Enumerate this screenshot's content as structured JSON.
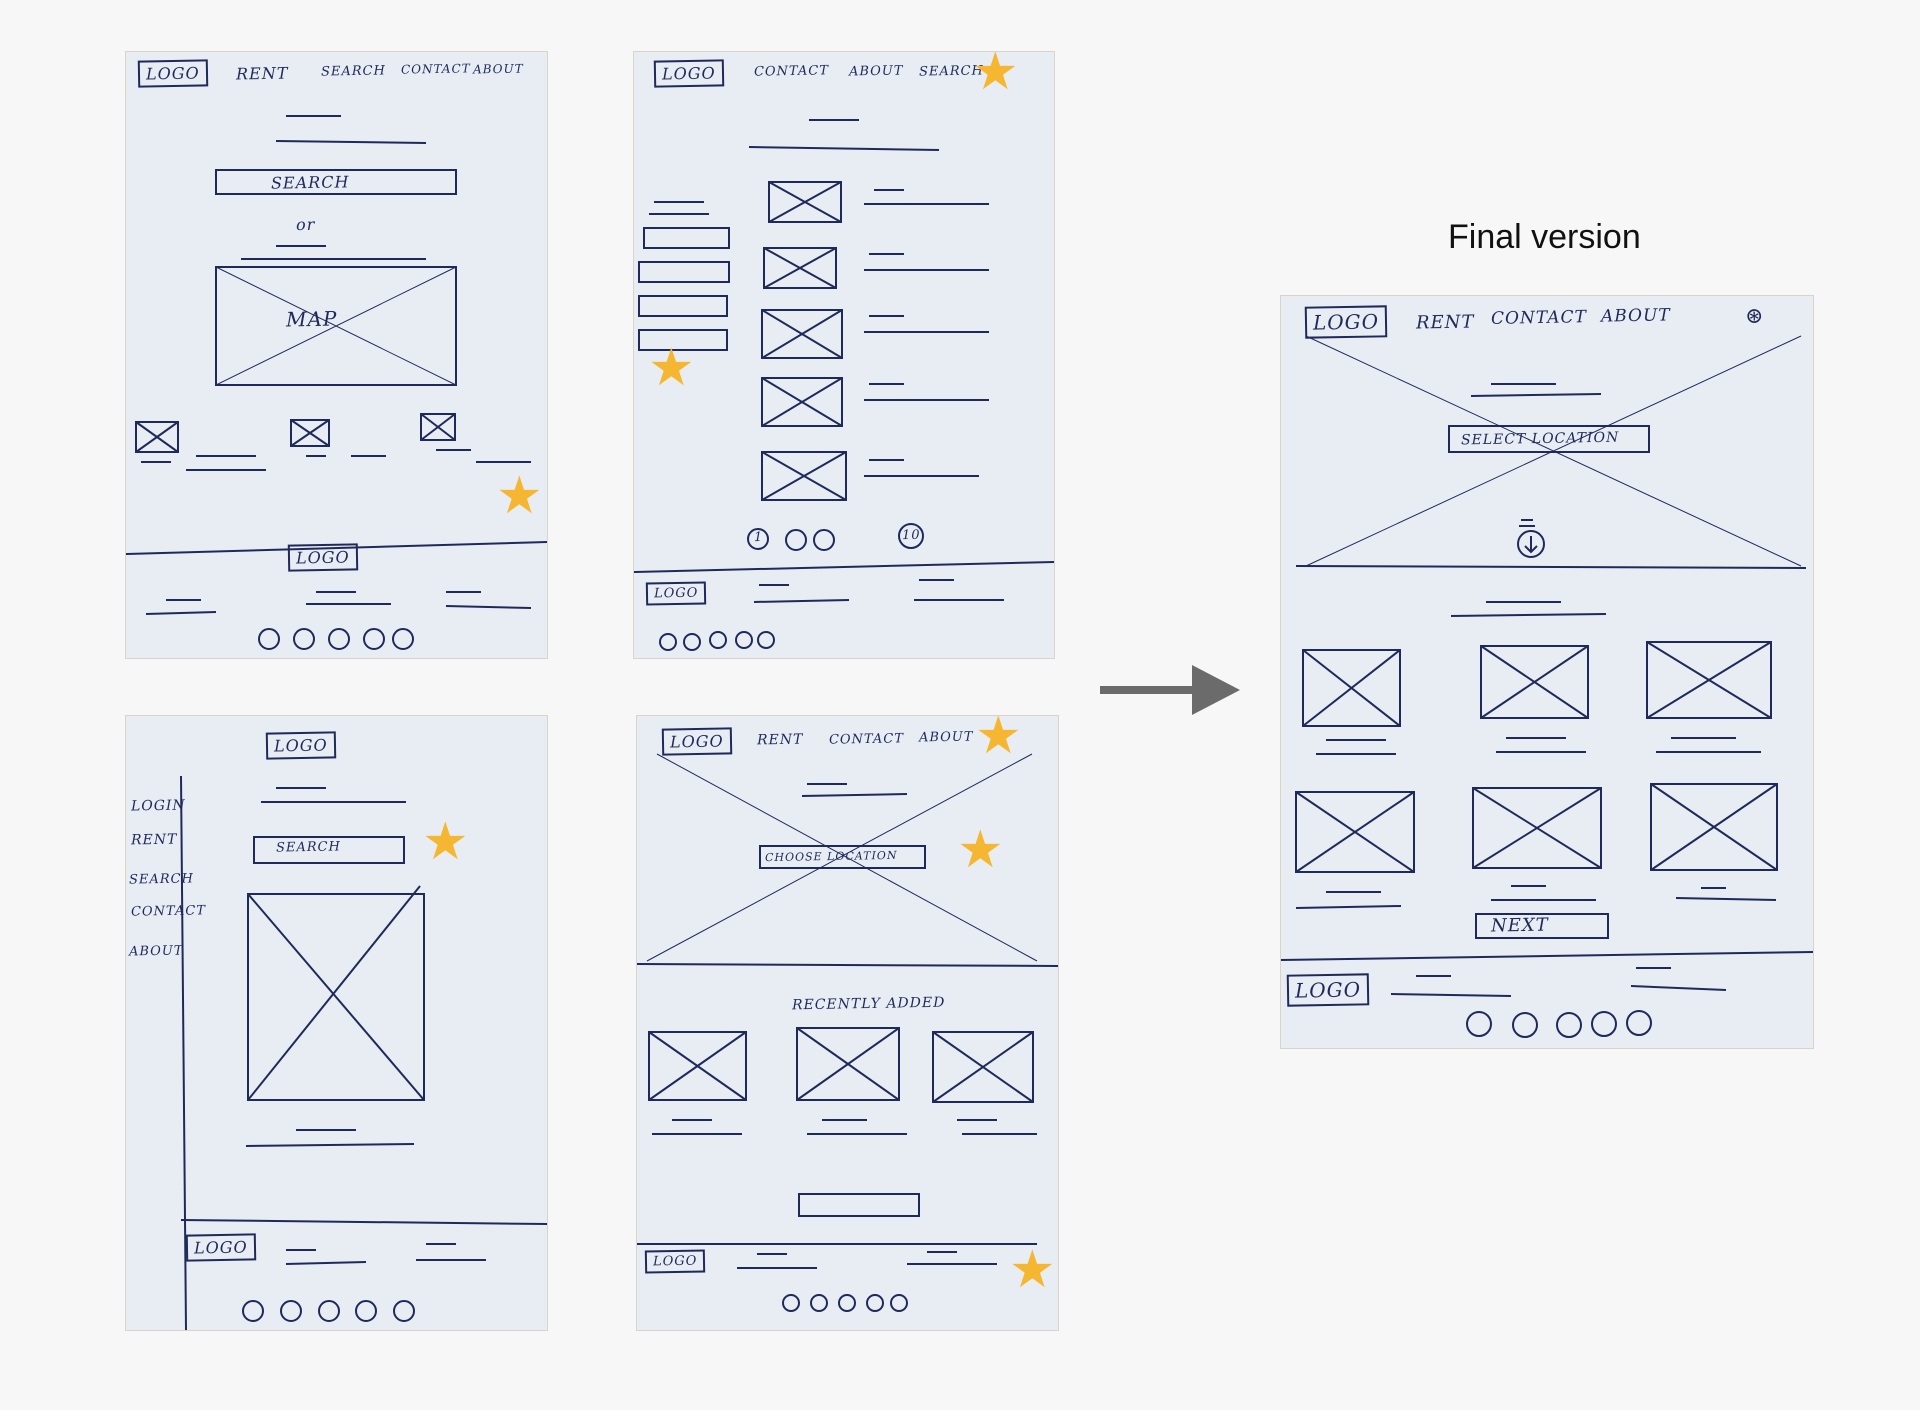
{
  "title": "Final version",
  "sketch1": {
    "nav": [
      "LOGO",
      "RENT",
      "SEARCH",
      "CONTACT",
      "ABOUT"
    ],
    "search": "SEARCH",
    "or": "or",
    "map": "MAP",
    "footer_logo": "LOGO"
  },
  "sketch2": {
    "nav": [
      "LOGO",
      "CONTACT",
      "ABOUT",
      "SEARCH"
    ],
    "pages": [
      "1",
      "10"
    ],
    "footer_logo": "LOGO"
  },
  "sketch3": {
    "logo": "LOGO",
    "menu": [
      "LOGIN",
      "RENT",
      "SEARCH",
      "CONTACT",
      "ABOUT"
    ],
    "search": "SEARCH",
    "footer_logo": "LOGO"
  },
  "sketch4": {
    "nav": [
      "LOGO",
      "RENT",
      "CONTACT",
      "ABOUT"
    ],
    "location": "CHOOSE LOCATION",
    "recent": "RECENTLY ADDED",
    "footer_logo": "LOGO"
  },
  "final": {
    "nav": [
      "LOGO",
      "RENT",
      "CONTACT",
      "ABOUT"
    ],
    "location": "SELECT LOCATION",
    "next": "NEXT",
    "footer_logo": "LOGO"
  },
  "colors": {
    "star": "#f5b731",
    "ink": "#1f2a5a",
    "paper": "#e8ecf3",
    "arrow": "#6b6b6b"
  }
}
